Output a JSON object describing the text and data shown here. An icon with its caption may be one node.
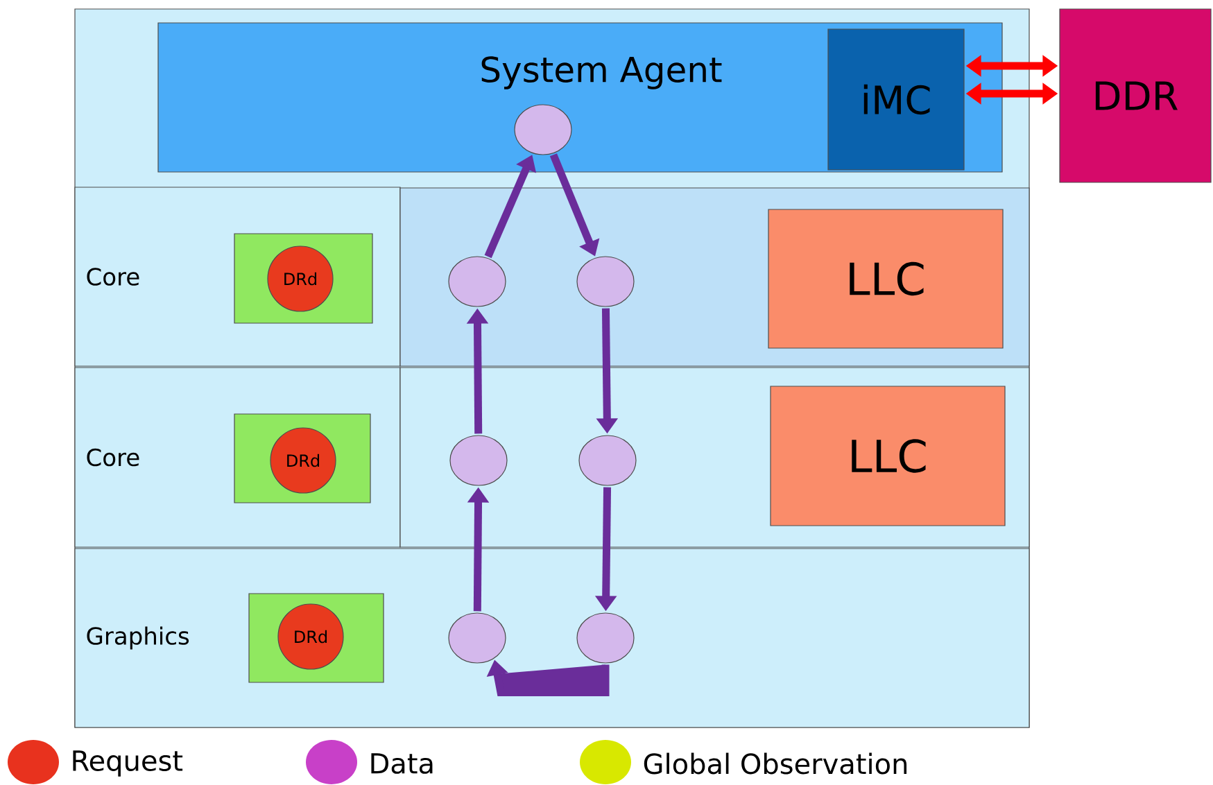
{
  "diagram": {
    "nodes": [
      {
        "text": [],
        "shape": "box"
      },
      {
        "text": [
          "System Agent"
        ],
        "in": 0
      },
      {
        "text": [
          "iMC"
        ],
        "in": 1
      },
      {
        "text": [
          "DDR"
        ]
      },
      {
        "text": [
          "Core"
        ],
        "in": 0
      },
      {
        "text": [],
        "shape": "box",
        "in": 4
      },
      {
        "text": [
          "DRd"
        ],
        "in": 5
      },
      {
        "text": [],
        "shape": "box",
        "in": 0
      },
      {
        "text": [
          "LLC"
        ],
        "in": 7
      },
      {
        "text": [
          "Core"
        ],
        "in": 0
      },
      {
        "text": [],
        "shape": "box",
        "in": 9
      },
      {
        "text": [
          "DRd"
        ],
        "in": 10
      },
      {
        "text": [],
        "shape": "box",
        "in": 0
      },
      {
        "text": [
          "LLC"
        ],
        "in": 12
      },
      {
        "text": [
          "Graphics"
        ],
        "in": 0
      },
      {
        "text": [],
        "shape": "box",
        "in": 14
      },
      {
        "text": [
          "DRd"
        ],
        "in": 15
      },
      {
        "text": [],
        "shape": "circle",
        "in": 1
      },
      {
        "text": [],
        "shape": "circle",
        "in": 7
      },
      {
        "text": [],
        "shape": "circle",
        "in": 7
      },
      {
        "text": [],
        "shape": "circle",
        "in": 12
      },
      {
        "text": [],
        "shape": "circle",
        "in": 12
      },
      {
        "text": [],
        "shape": "circle",
        "in": 14
      },
      {
        "text": [],
        "shape": "circle",
        "in": 14
      }
    ],
    "edges": [
      {
        "from": 2,
        "to": 3,
        "arrow": "both",
        "color": "#ff0000"
      },
      {
        "from": 2,
        "to": 3,
        "arrow": "both",
        "color": "#ff0000"
      },
      {
        "from": 18,
        "to": 17,
        "arrow": "to"
      },
      {
        "from": 17,
        "to": 19,
        "arrow": "to"
      },
      {
        "from": 19,
        "to": 21,
        "arrow": "to"
      },
      {
        "from": 21,
        "to": 23,
        "arrow": "to"
      },
      {
        "from": 23,
        "to": 22,
        "arrow": "to"
      },
      {
        "from": 22,
        "to": 20,
        "arrow": "to"
      },
      {
        "from": 20,
        "to": 18,
        "arrow": "to"
      }
    ],
    "legend": [
      {
        "text": "Request",
        "color": "#e8321e"
      },
      {
        "text": "Data",
        "color": "#c840c8"
      },
      {
        "text": "Global Observation",
        "color": "#d8e800"
      }
    ]
  }
}
